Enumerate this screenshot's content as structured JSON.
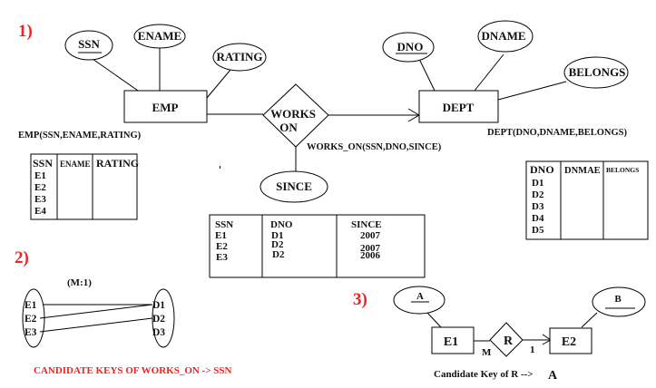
{
  "sections": {
    "s1": "1)",
    "s2": "2)",
    "s3": "3)"
  },
  "colors": {
    "section_label": "#ee2222",
    "ink": "#111111"
  },
  "er1": {
    "entities": {
      "emp": "EMP",
      "dept": "DEPT"
    },
    "relationship": {
      "line1": "WORKS",
      "line2": "ON"
    },
    "attributes": {
      "ssn": "SSN",
      "ename": "ENAME",
      "rating": "RATING",
      "dno": "DNO",
      "dname": "DNAME",
      "belongs": "BELONGS",
      "since": "SINCE"
    },
    "schemas": {
      "emp": "EMP(SSN,ENAME,RATING)",
      "dept": "DEPT(DNO,DNAME,BELONGS)",
      "works_on": "WORKS_ON(SSN,DNO,SINCE)"
    }
  },
  "emp_table": {
    "headers": [
      "SSN",
      "ENAME",
      "RATING"
    ],
    "rows": [
      "E1",
      "E2",
      "E3",
      "E4"
    ]
  },
  "dept_table": {
    "headers": [
      "DNO",
      "DNMAE",
      "BELONGS"
    ],
    "rows": [
      "D1",
      "D2",
      "D3",
      "D4",
      "D5"
    ]
  },
  "works_table": {
    "headers": [
      "SSN",
      "DNO",
      "SINCE"
    ],
    "rows": [
      [
        "E1",
        "D1",
        "2007"
      ],
      [
        "E2",
        "D2",
        "2007"
      ],
      [
        "E3",
        "D2",
        "2006"
      ]
    ]
  },
  "mapping": {
    "ratio": "(M:1)",
    "left": [
      "E1",
      "E2",
      "E3"
    ],
    "right": [
      "D1",
      "D2",
      "D3"
    ],
    "links": [
      [
        "E1",
        "D1"
      ],
      [
        "E2",
        "D1"
      ],
      [
        "E3",
        "D2"
      ]
    ],
    "caption": "CANDIDATE KEYS OF WORKS_ON -> SSN"
  },
  "er3": {
    "attr_a": "A",
    "attr_b": "B",
    "entity_e1": "E1",
    "entity_e2": "E2",
    "rel": "R",
    "card_m": "M",
    "card_1": "1",
    "caption_text": "Candidate Key of R -->",
    "caption_key": "A"
  }
}
